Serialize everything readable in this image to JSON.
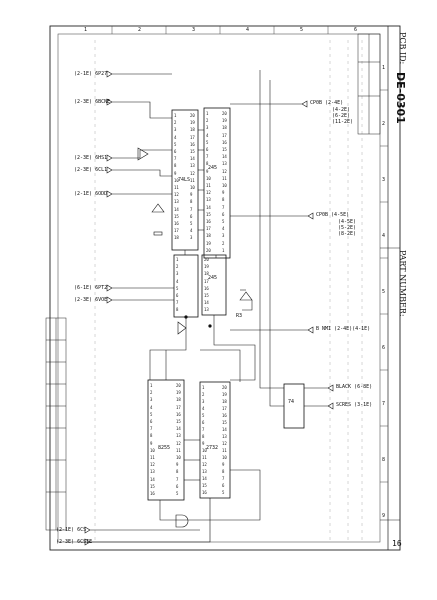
{
  "title_block": {
    "pcb_id_label": "PCB ID:",
    "pcb_id_value": "DE-0301",
    "part_number_label": "PART NUMBER:",
    "sheet_number": "16"
  },
  "border": {
    "top_zones": [
      "1",
      "2",
      "3",
      "4",
      "5",
      "6"
    ],
    "right_zones": [
      "1",
      "2",
      "3",
      "4",
      "5",
      "6",
      "7",
      "8",
      "9"
    ]
  },
  "signals": {
    "inputs": [
      "(2-1E) 6P27",
      "(2-3E) 6BCNE",
      "(2-3E) 6HS1",
      "(2-3E) 6CL1",
      "(2-1E) 6ODD",
      "(6-1E) 6PT2",
      "(2-3E) 6VOE",
      "(2-1E) 6CS",
      "(2-3E) 6CSIE"
    ],
    "outputs": [
      "CP0B (2-4E)",
      "CP0B (4-5E)",
      "B NMI (2-4E)(4-1E)",
      "BLACK (6-8E)",
      "SCRES (3-1E)"
    ],
    "output_subrefs_top": [
      "(4-2E)",
      "(6-2E)",
      "(11-2E)"
    ],
    "output_subrefs_mid": [
      "(4-5E)",
      "(5-2E)",
      "(8-2E)"
    ]
  },
  "components": {
    "u_top_a": "74LS",
    "u_top_b": "245",
    "u_mid": "245",
    "u_low_a": "8255",
    "u_low_b": "2732",
    "u_small": "74",
    "resistor": "R3"
  },
  "pin_numbers": {
    "col_a": [
      "1",
      "2",
      "3",
      "4",
      "5",
      "6",
      "7",
      "8",
      "9",
      "10",
      "11",
      "12",
      "13",
      "14",
      "15",
      "16",
      "17",
      "18",
      "19",
      "20"
    ],
    "col_b": [
      "20",
      "19",
      "18",
      "17",
      "16",
      "15",
      "14",
      "13",
      "12",
      "11",
      "10",
      "9",
      "8",
      "7",
      "6",
      "5",
      "4",
      "3",
      "2",
      "1"
    ]
  }
}
